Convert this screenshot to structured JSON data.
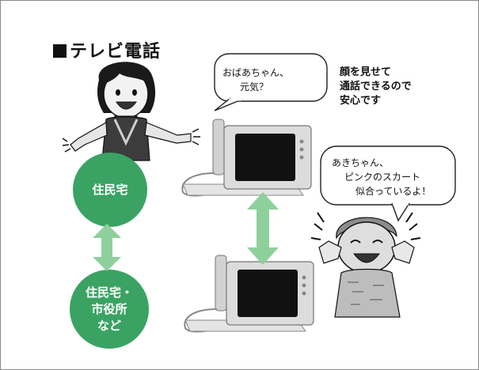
{
  "title": "テレビ電話",
  "bubble_top": {
    "line1": "おばあちゃん、",
    "line2": "元気？"
  },
  "note": {
    "line1": "顔を見せて",
    "line2": "通話できるので",
    "line3": "安心です"
  },
  "bubble_right": {
    "line1": "あきちゃん、",
    "line2": "ピンクのスカート",
    "line3": "似合っているよ！"
  },
  "node_top": "住民宅",
  "node_bottom": {
    "line1": "住民宅・",
    "line2": "市役所",
    "line3": "など"
  },
  "colors": {
    "accent_green": "#3aa364",
    "arrow_green": "#8ed09c"
  }
}
